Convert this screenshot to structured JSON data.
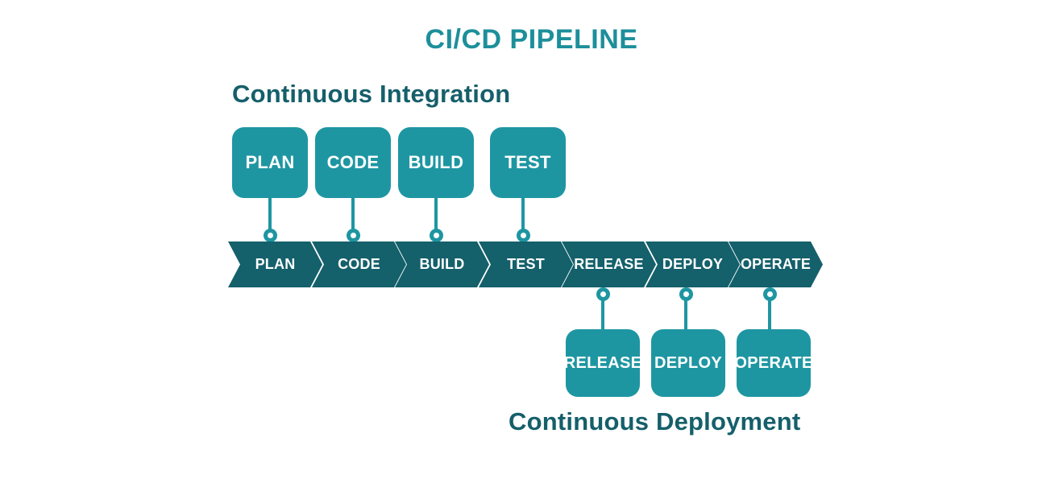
{
  "title": "CI/CD PIPELINE",
  "ci": {
    "heading": "Continuous Integration",
    "stages": [
      "PLAN",
      "CODE",
      "BUILD",
      "TEST"
    ]
  },
  "pipeline": {
    "stages": [
      "PLAN",
      "CODE",
      "BUILD",
      "TEST",
      "RELEASE",
      "DEPLOY",
      "OPERATE"
    ]
  },
  "cd": {
    "heading": "Continuous Deployment",
    "stages": [
      "RELEASE",
      "DEPLOY",
      "OPERATE"
    ]
  },
  "colors": {
    "accent_teal": "#1E96A2",
    "dark_teal": "#14606B",
    "title_teal": "#1D8F9B",
    "heading_teal": "#155F6A",
    "label_text": "#FFFFFF",
    "background": "#FFFFFF"
  }
}
